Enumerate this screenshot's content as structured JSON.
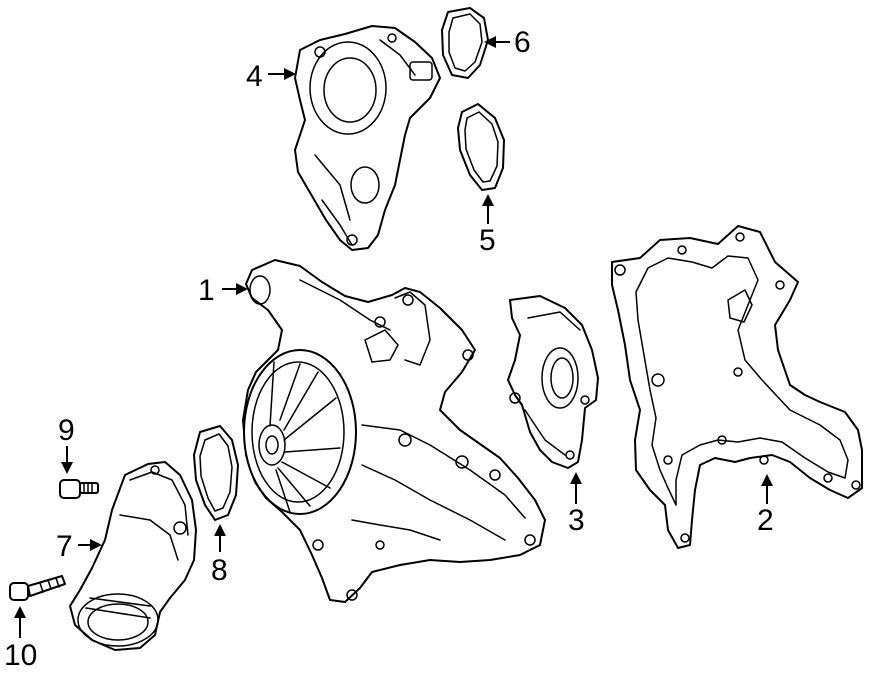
{
  "callouts": {
    "c1": "1",
    "c2": "2",
    "c3": "3",
    "c4": "4",
    "c5": "5",
    "c6": "6",
    "c7": "7",
    "c8": "8",
    "c9": "9",
    "c10": "10"
  },
  "parts": [
    {
      "callout": "1",
      "name": "water-pump"
    },
    {
      "callout": "2",
      "name": "water-pump-gasket"
    },
    {
      "callout": "3",
      "name": "water-pump-cover"
    },
    {
      "callout": "4",
      "name": "thermostat-housing"
    },
    {
      "callout": "5",
      "name": "thermostat-housing-gasket"
    },
    {
      "callout": "6",
      "name": "thermostat-housing-o-ring"
    },
    {
      "callout": "7",
      "name": "water-inlet"
    },
    {
      "callout": "8",
      "name": "inlet-gasket"
    },
    {
      "callout": "9",
      "name": "inlet-bolt"
    },
    {
      "callout": "10",
      "name": "inlet-long-bolt"
    }
  ],
  "colors": {
    "line": "#000000",
    "background": "#ffffff"
  }
}
